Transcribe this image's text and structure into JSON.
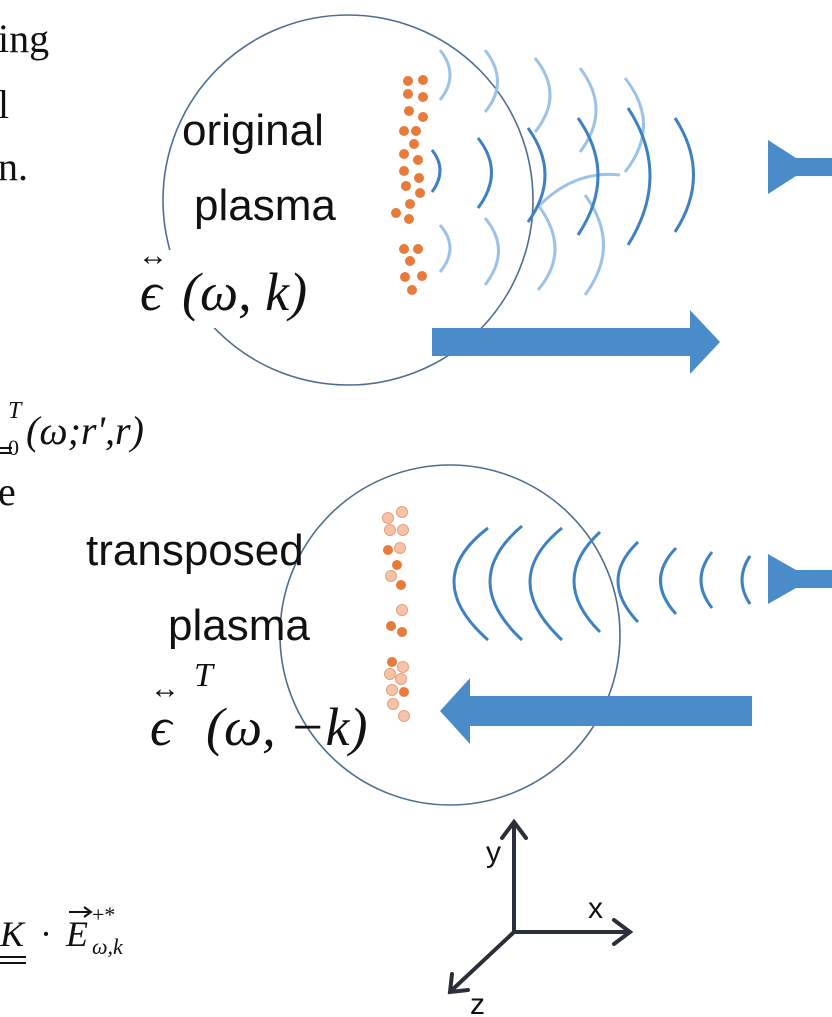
{
  "left_text_fragments": {
    "line1": "ing",
    "line2": "l",
    "line3": "n.",
    "formula_top": "(ω;r',r)",
    "formula_top_sup": "T",
    "formula_top_sub": "0",
    "line_e": "e",
    "formula_bottom_K": "K",
    "formula_bottom_dot": "·",
    "formula_bottom_E": "E",
    "formula_bottom_sup": "+*",
    "formula_bottom_sub": "ω,k"
  },
  "top_panel": {
    "label_line1": "original",
    "label_line2": "plasma",
    "epsilon_symbol": "ϵ",
    "epsilon_arrow": "↔",
    "epsilon_args": "(ω, k)",
    "dot_color": "#E87A3A"
  },
  "bottom_panel": {
    "label_line1": "transposed",
    "label_line2": "plasma",
    "epsilon_symbol": "ϵ",
    "epsilon_arrow": "↔",
    "epsilon_sup": "T",
    "epsilon_args": "(ω, −k)",
    "dot_color_dark": "#E87A3A",
    "dot_color_light": "#F6C2A8"
  },
  "axes": {
    "y_label": "y",
    "x_label": "x",
    "z_label": "z"
  },
  "colors": {
    "arrow_fill": "#4A8BC9",
    "wave_dark": "#3E80C2",
    "wave_light": "#9CC3E6",
    "circle_stroke": "#4E6E90",
    "antenna": "#4A8BC9",
    "axes": "#2B2F3A"
  }
}
